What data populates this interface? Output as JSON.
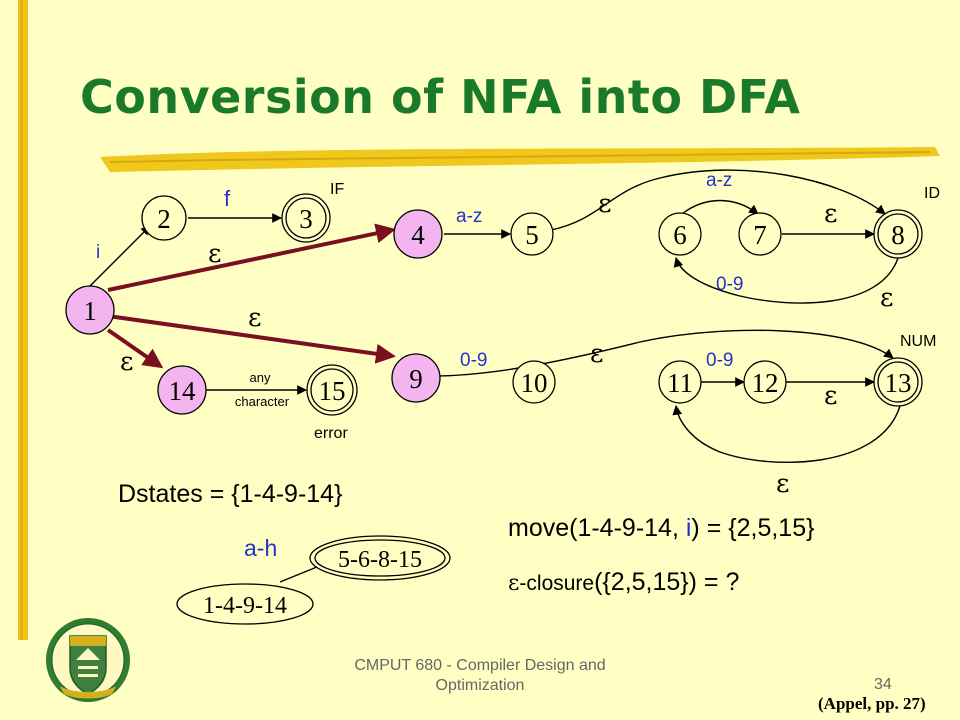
{
  "slide": {
    "title": "Conversion of NFA into DFA",
    "dstates": "Dstates = {1-4-9-14}",
    "move_prefix": "move(1-4-9-14, ",
    "move_symbol": "i",
    "move_suffix": ") = {2,5,15}",
    "closure_eps": "ε",
    "closure_word": "-closure",
    "closure_rest": "({2,5,15}) = ?",
    "footer": "CMPUT 680 - Compiler Design and Optimization",
    "page": "34",
    "citation": "(Appel, pp. 27)"
  },
  "nfa": {
    "states": [
      {
        "id": "1",
        "label": "1",
        "highlight": true,
        "accept": false
      },
      {
        "id": "2",
        "label": "2",
        "highlight": false,
        "accept": false
      },
      {
        "id": "3",
        "label": "3",
        "highlight": false,
        "accept": true
      },
      {
        "id": "4",
        "label": "4",
        "highlight": true,
        "accept": false
      },
      {
        "id": "5",
        "label": "5",
        "highlight": false,
        "accept": false
      },
      {
        "id": "6",
        "label": "6",
        "highlight": false,
        "accept": false
      },
      {
        "id": "7",
        "label": "7",
        "highlight": false,
        "accept": false
      },
      {
        "id": "8",
        "label": "8",
        "highlight": false,
        "accept": true
      },
      {
        "id": "9",
        "label": "9",
        "highlight": true,
        "accept": false
      },
      {
        "id": "10",
        "label": "10",
        "highlight": false,
        "accept": false
      },
      {
        "id": "11",
        "label": "11",
        "highlight": false,
        "accept": false
      },
      {
        "id": "12",
        "label": "12",
        "highlight": false,
        "accept": false
      },
      {
        "id": "13",
        "label": "13",
        "highlight": false,
        "accept": true
      },
      {
        "id": "14",
        "label": "14",
        "highlight": true,
        "accept": false
      },
      {
        "id": "15",
        "label": "15",
        "highlight": false,
        "accept": true
      }
    ],
    "token_labels": {
      "if": "IF",
      "id": "ID",
      "num": "NUM",
      "error": "error"
    },
    "edge_labels": {
      "i": "i",
      "f": "f",
      "eps": "ε",
      "az": "a-z",
      "d09": "0-9",
      "any1": "any",
      "any2": "character"
    }
  },
  "dfa": {
    "from": "1-4-9-14",
    "to": "5-6-8-15",
    "edge": "a-h"
  },
  "colors": {
    "background": "#ffffc4",
    "title": "#1a7a2a",
    "state_fill": "#ffffc4",
    "highlight_fill": "#f4b4f0",
    "label_blue": "#2233cc",
    "edge_arrow": "#7a0f20"
  }
}
